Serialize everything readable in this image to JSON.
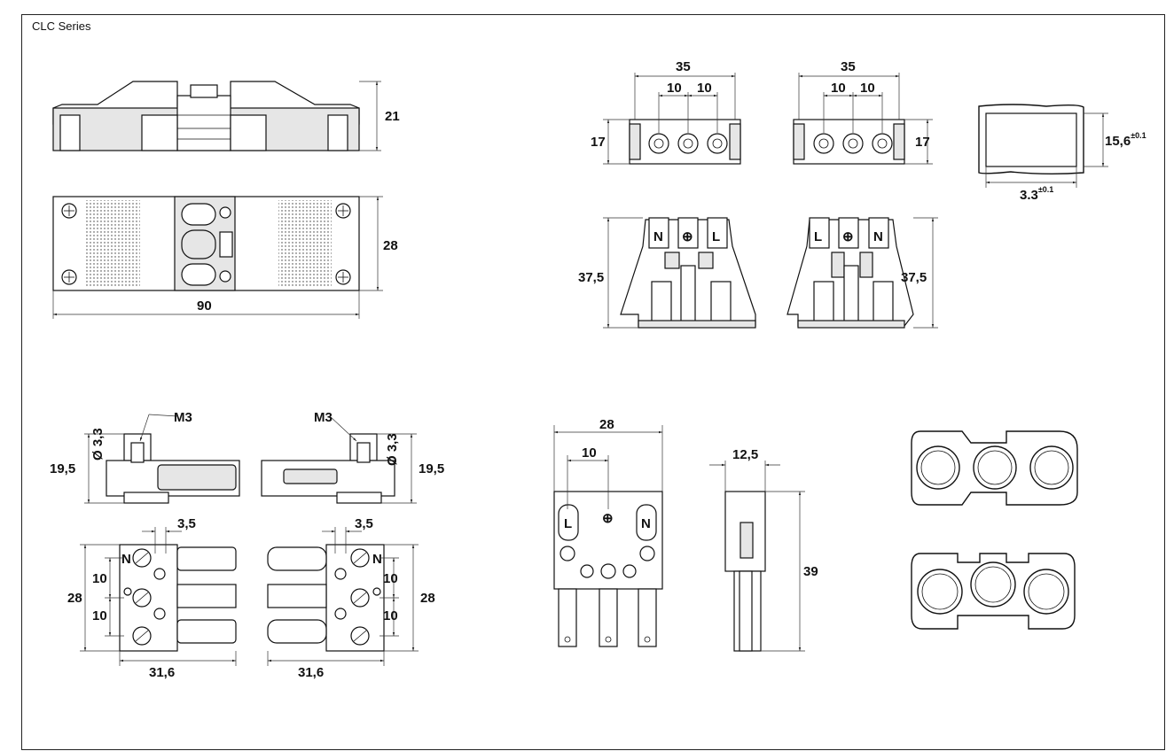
{
  "title": "CLC Series",
  "dims": {
    "top_height": "21",
    "top_body_height": "28",
    "top_width": "90",
    "front1_width": "35",
    "front1_pitch_left": "10",
    "front1_pitch_right": "10",
    "front1_height": "17",
    "front2_width": "35",
    "front2_pitch_left": "10",
    "front2_pitch_right": "10",
    "front2_height": "17",
    "cutout_height": "15,6",
    "cutout_height_tol": "±0.1",
    "cutout_width": "3.3",
    "cutout_width_tol": "±0.1",
    "side1_height": "37,5",
    "side2_height": "37,5",
    "screw1": "M3",
    "screw2": "M3",
    "hole1": "Ø 3,3",
    "hole2": "Ø 3,3",
    "ang1_height": "19,5",
    "ang2_height": "19,5",
    "offset1": "3,5",
    "offset2": "3,5",
    "plan1_height": "28",
    "plan1_pitch_top": "10",
    "plan1_pitch_bottom": "10",
    "plan1_width": "31,6",
    "plan2_height": "28",
    "plan2_pitch_top": "10",
    "plan2_pitch_bottom": "10",
    "plan2_width": "31,6",
    "pin_width": "28",
    "pin_pitch": "10",
    "pin_side_width": "12,5",
    "pin_height": "39"
  },
  "pole_labels": {
    "side1": [
      "N",
      "⊕",
      "L"
    ],
    "side2": [
      "L",
      "⊕",
      "N"
    ],
    "pin": [
      "L",
      "⊕",
      "N"
    ],
    "plan1": "N",
    "plan2": "N"
  }
}
